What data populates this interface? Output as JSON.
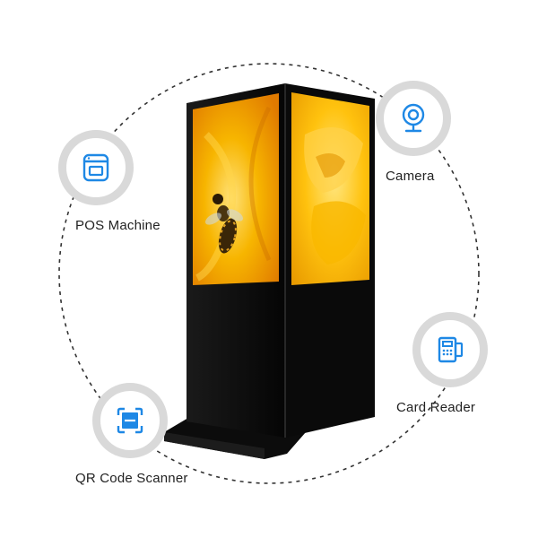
{
  "features": {
    "pos_machine": {
      "label": "POS Machine",
      "icon": "pos-machine-icon"
    },
    "camera": {
      "label": "Camera",
      "icon": "webcam-icon"
    },
    "card_reader": {
      "label": "Card Reader",
      "icon": "card-reader-icon"
    },
    "qr_scanner": {
      "label": "QR Code Scanner",
      "icon": "qr-scanner-icon"
    }
  },
  "colors": {
    "icon_blue": "#1e88e5",
    "ring_gray": "#d9d9d9",
    "kiosk_body": "#111111",
    "screen_yellow": "#f5b800"
  }
}
